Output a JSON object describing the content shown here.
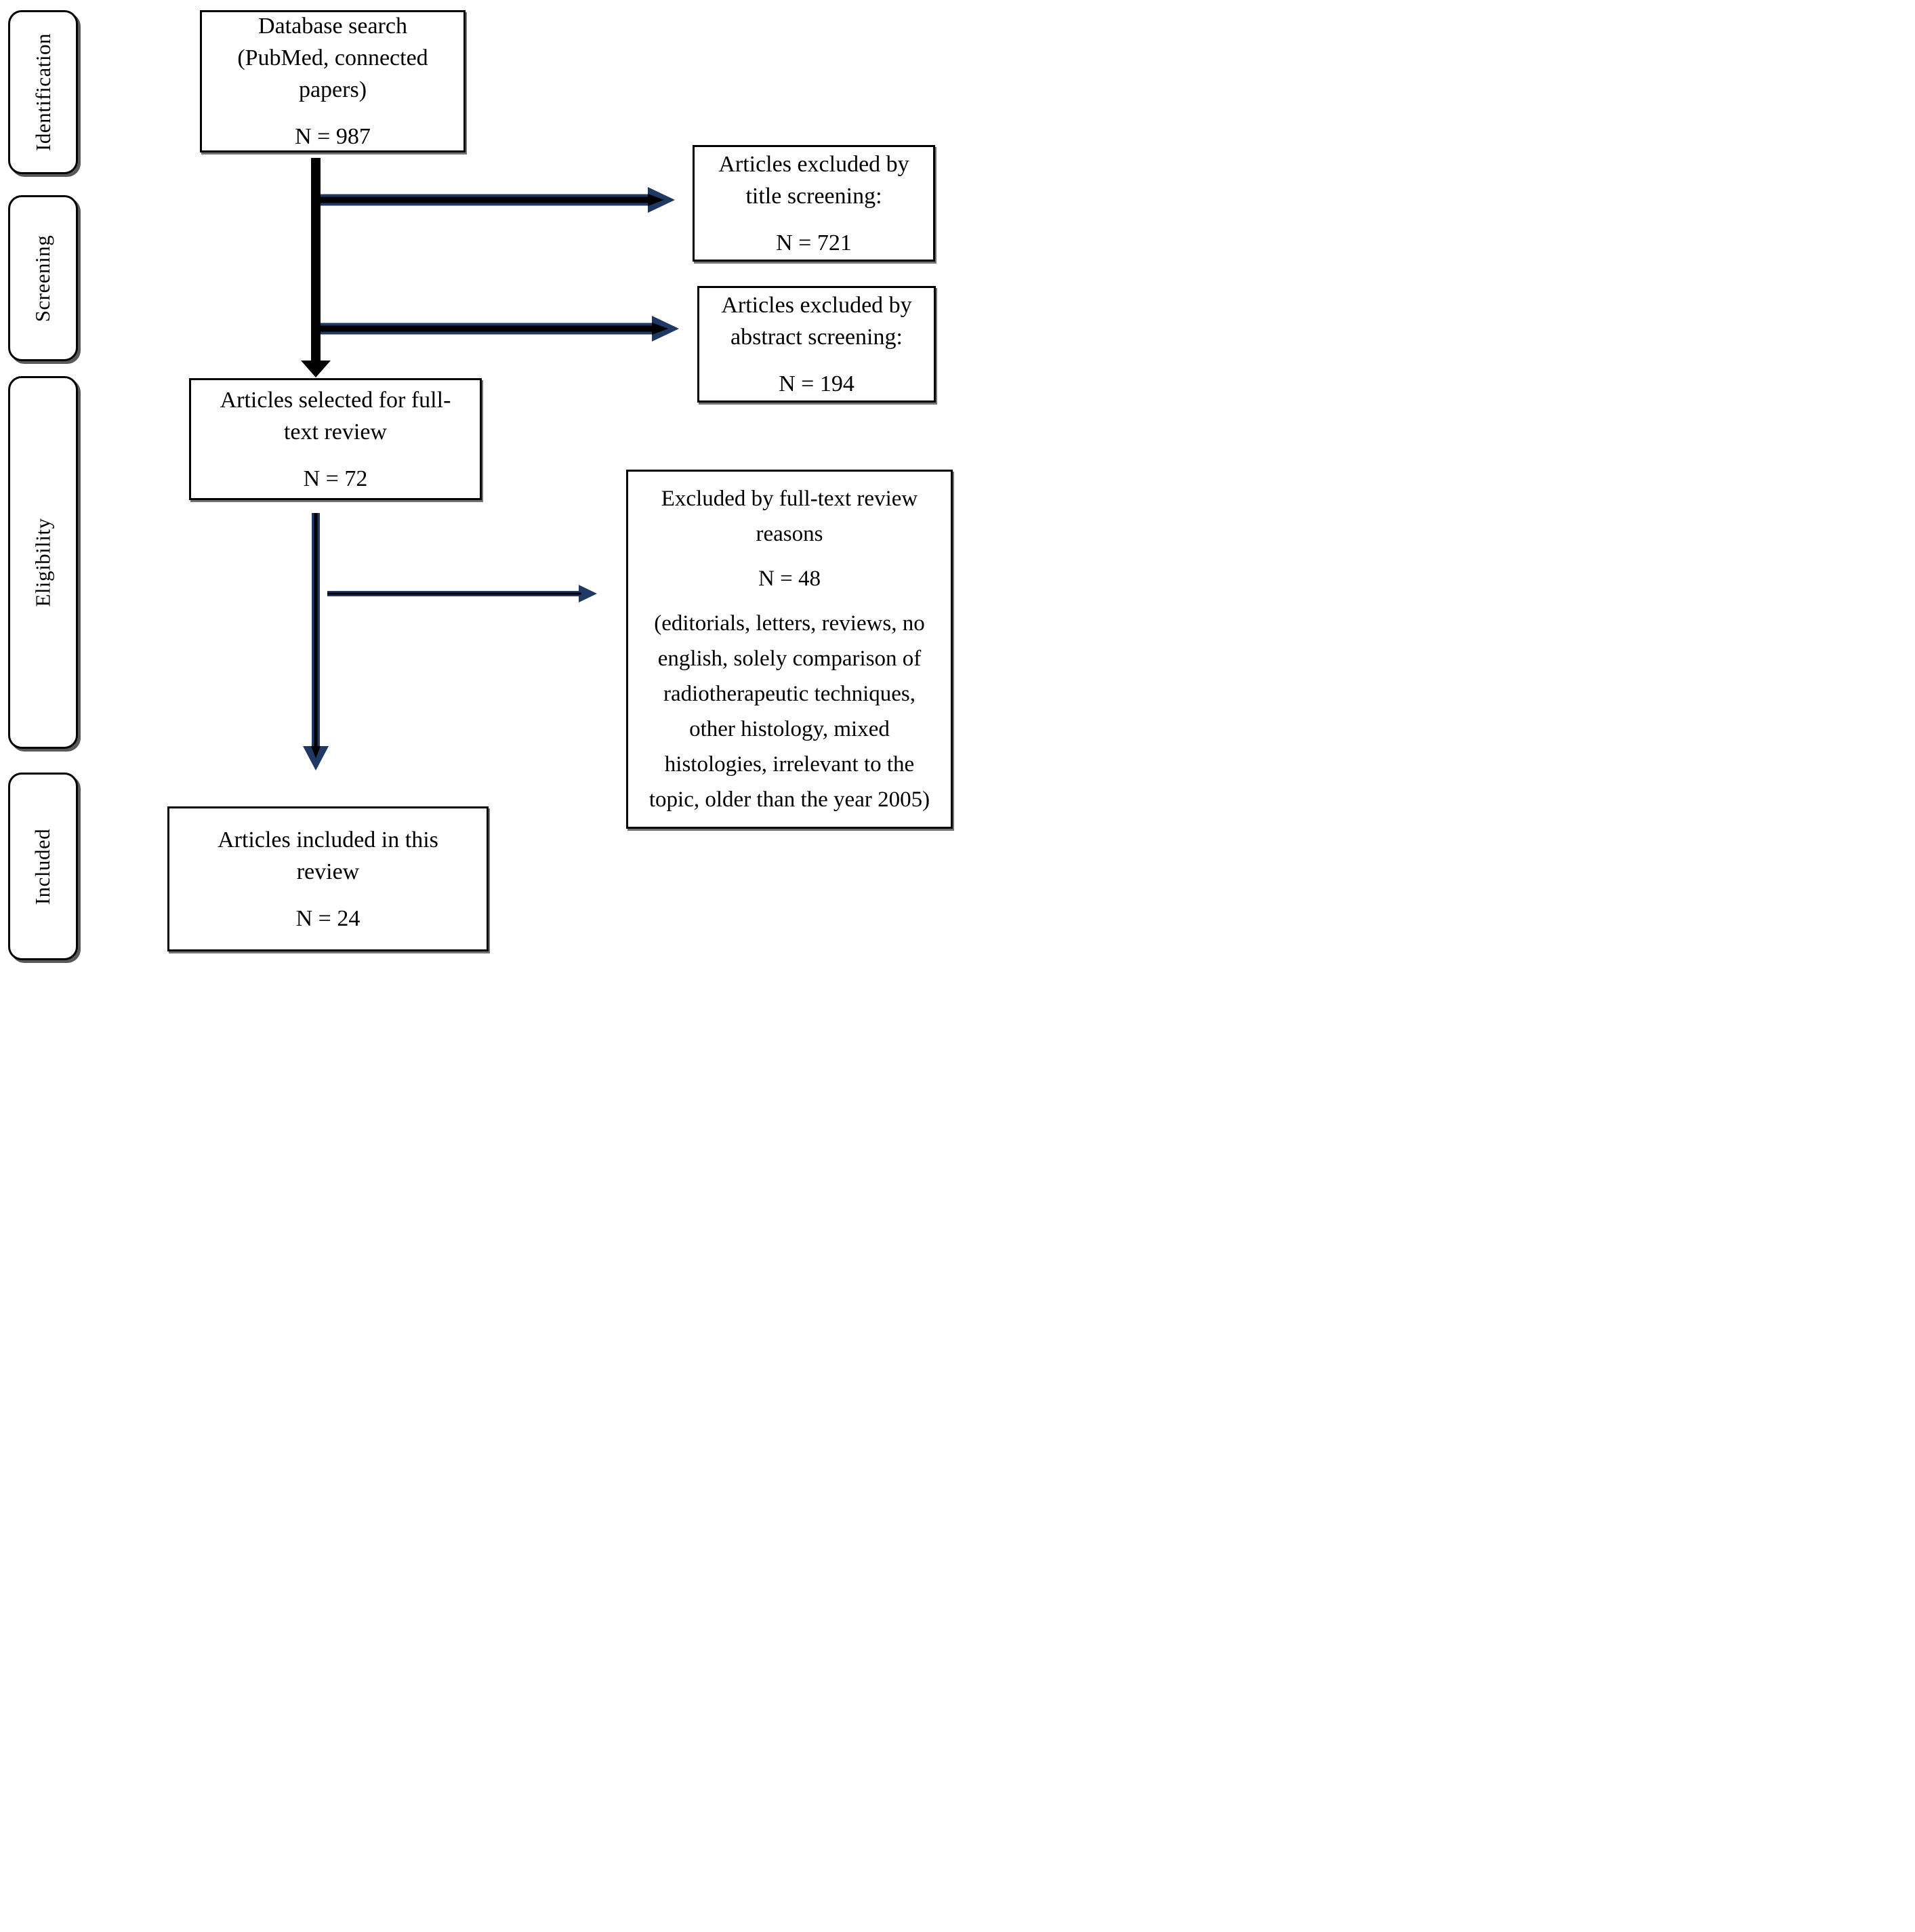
{
  "sidebar": {
    "stages": [
      {
        "label": "Identification"
      },
      {
        "label": "Screening"
      },
      {
        "label": "Eligibility"
      },
      {
        "label": "Included"
      }
    ]
  },
  "flow": {
    "database_search": {
      "title": [
        "Database search",
        "(PubMed, connected",
        "papers)"
      ],
      "count": "N = 987"
    },
    "full_text_selected": {
      "title": [
        "Articles selected for full-",
        "text review"
      ],
      "count": "N = 72"
    },
    "included_articles": {
      "title": [
        "Articles included in this",
        "review"
      ],
      "count": "N = 24"
    }
  },
  "exclusions": {
    "title_screening": {
      "title": [
        "Articles excluded by",
        "title screening:"
      ],
      "count": "N = 721"
    },
    "abstract_screening": {
      "title": [
        "Articles excluded by",
        "abstract screening:"
      ],
      "count": "N = 194"
    },
    "full_text_review": {
      "title": [
        "Excluded by full-text review",
        "reasons"
      ],
      "count": "N = 48",
      "reasons": [
        "(editorials, letters, reviews, no",
        "english, solely comparison of",
        "radiotherapeutic techniques,",
        "other histology, mixed",
        "histologies, irrelevant to the",
        "topic, older than the year 2005)"
      ]
    }
  },
  "colors": {
    "arrow_navy": "#1f3864",
    "arrow_black": "#000000",
    "box_border": "#000000",
    "background": "#ffffff"
  }
}
